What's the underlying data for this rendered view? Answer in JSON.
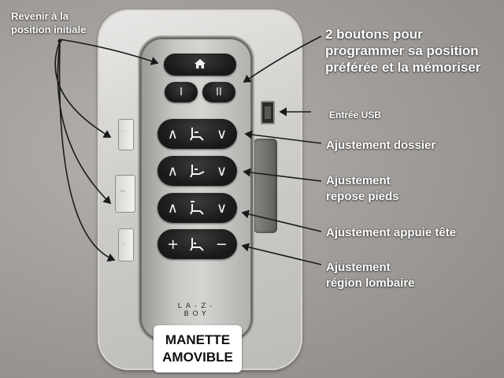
{
  "labels": {
    "return_home": "Revenir à la position initiale",
    "program_memory": "2 boutons pour programmer sa position préférée et la mémoriser",
    "usb": "Entrée USB",
    "backrest": "Ajustement dossier",
    "footrest": "Ajustement repose pieds",
    "headrest": "Ajustement appuie tête",
    "lumbar": "Ajustement région lombaire"
  },
  "remote": {
    "memory_1": "I",
    "memory_2": "II",
    "brand": "LA-Z-BOY",
    "home_icon": "home-icon",
    "control_rows": [
      {
        "left": "∧",
        "right": "∨",
        "icon": "recliner-back-icon"
      },
      {
        "left": "∧",
        "right": "∨",
        "icon": "recliner-foot-icon"
      },
      {
        "left": "∧",
        "right": "∨",
        "icon": "recliner-head-icon"
      },
      {
        "left": "+",
        "right": "−",
        "icon": "recliner-lumbar-icon"
      }
    ]
  },
  "badge": {
    "line1": "MANETTE",
    "line2": "AMOVIBLE"
  },
  "colors": {
    "label_text": "#ffffff",
    "button": "#1c1c1c",
    "panel": "#d0cecb"
  }
}
